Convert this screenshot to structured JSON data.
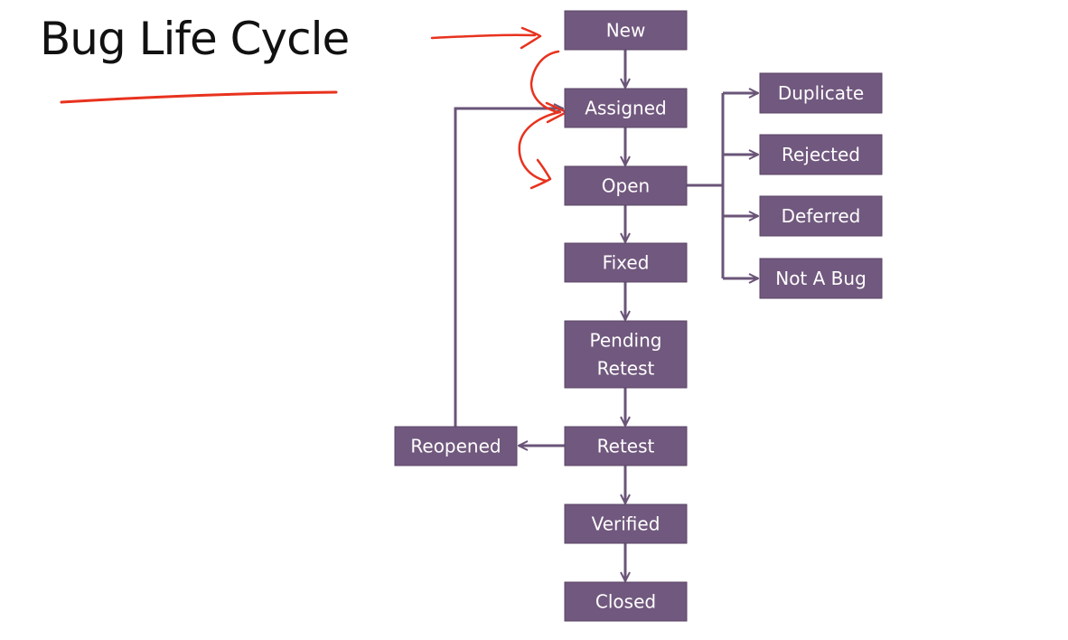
{
  "title": "Bug Life Cycle",
  "colors": {
    "node_fill": "#71587e",
    "node_border": "#5a4566",
    "connector": "#6a5478",
    "annotation": "#e8321e",
    "text": "#ffffff"
  },
  "nodes": [
    {
      "id": "new",
      "label": "New"
    },
    {
      "id": "assigned",
      "label": "Assigned"
    },
    {
      "id": "open",
      "label": "Open"
    },
    {
      "id": "fixed",
      "label": "Fixed"
    },
    {
      "id": "pending-retest",
      "label": "Pending Retest"
    },
    {
      "id": "retest",
      "label": "Retest"
    },
    {
      "id": "verified",
      "label": "Verified"
    },
    {
      "id": "closed",
      "label": "Closed"
    },
    {
      "id": "reopened",
      "label": "Reopened"
    },
    {
      "id": "duplicate",
      "label": "Duplicate"
    },
    {
      "id": "rejected",
      "label": "Rejected"
    },
    {
      "id": "deferred",
      "label": "Deferred"
    },
    {
      "id": "not-a-bug",
      "label": "Not A Bug"
    }
  ],
  "edges": [
    {
      "from": "new",
      "to": "assigned"
    },
    {
      "from": "assigned",
      "to": "open"
    },
    {
      "from": "open",
      "to": "fixed"
    },
    {
      "from": "fixed",
      "to": "pending-retest"
    },
    {
      "from": "pending-retest",
      "to": "retest"
    },
    {
      "from": "retest",
      "to": "verified"
    },
    {
      "from": "verified",
      "to": "closed"
    },
    {
      "from": "retest",
      "to": "reopened"
    },
    {
      "from": "reopened",
      "to": "assigned"
    },
    {
      "from": "open",
      "to": "duplicate"
    },
    {
      "from": "open",
      "to": "rejected"
    },
    {
      "from": "open",
      "to": "deferred"
    },
    {
      "from": "open",
      "to": "not-a-bug"
    }
  ]
}
